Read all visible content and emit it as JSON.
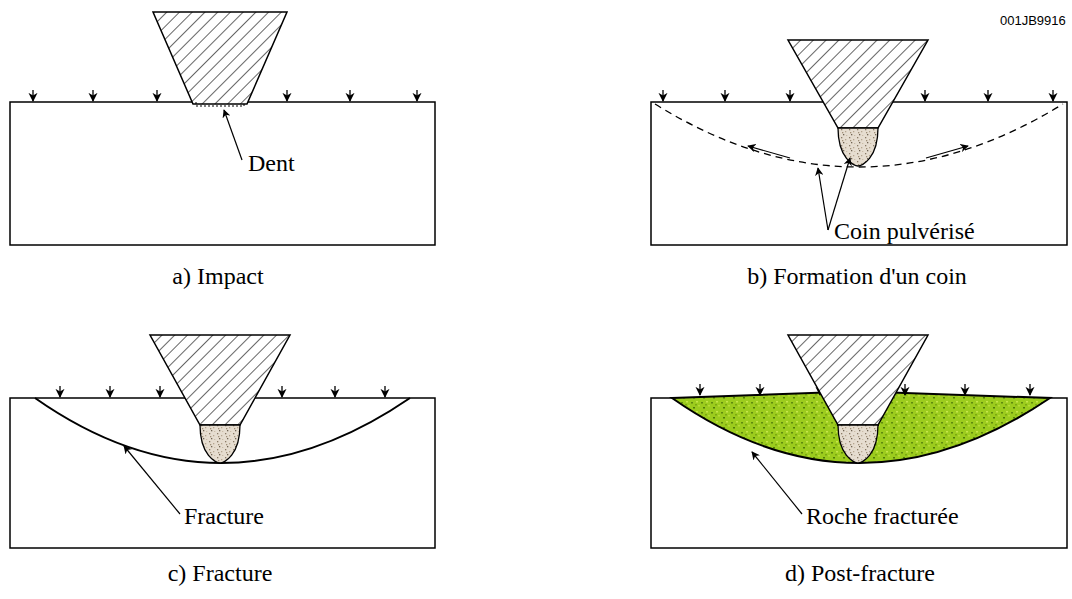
{
  "diagram": {
    "labels": [
      "001JB9916",
      "Dent",
      "a) Impact",
      "Coin pulvérisé",
      "b) Formation d'un coin",
      "Fracture",
      "c) Fracture",
      "Roche fracturée",
      "d) Post-fracture"
    ]
  }
}
